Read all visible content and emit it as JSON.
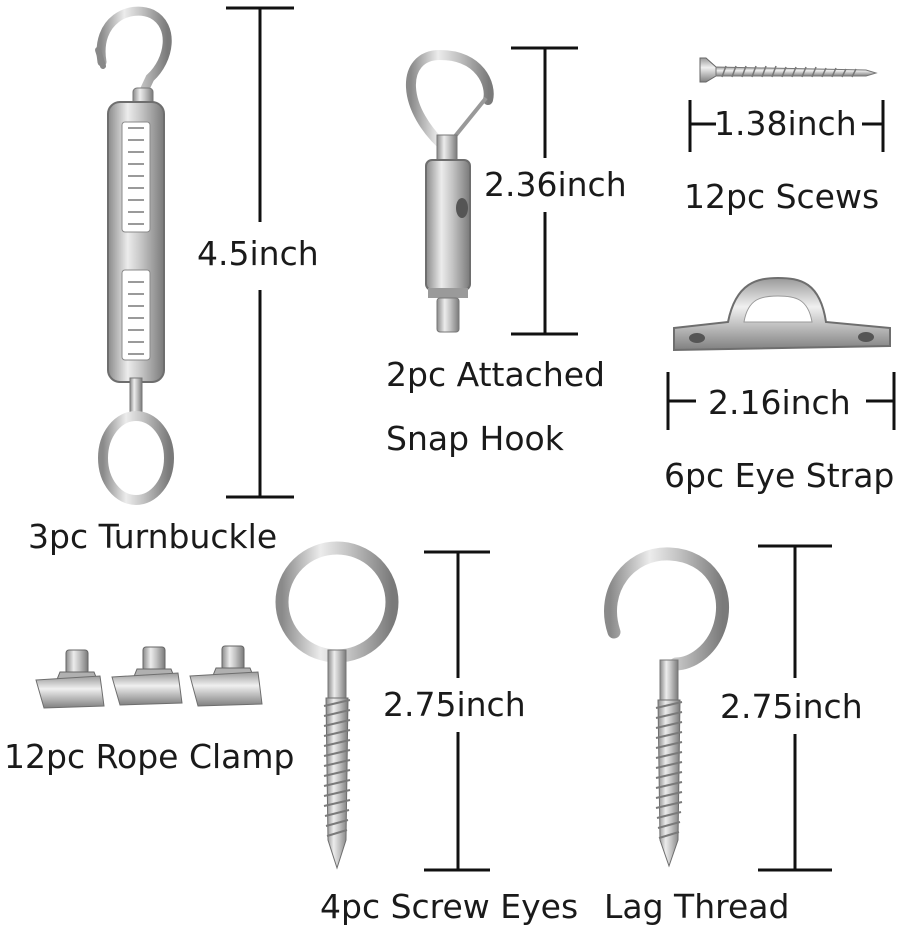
{
  "products": {
    "turnbuckle": {
      "name": "3pc Turnbuckle",
      "dimension": "4.5inch"
    },
    "snap_hook": {
      "name_line1": "2pc Attached",
      "name_line2": "Snap Hook",
      "dimension": "2.36inch"
    },
    "screws": {
      "name": "12pc Scews",
      "dimension": "1.38inch"
    },
    "eye_strap": {
      "name": "6pc Eye Strap",
      "dimension": "2.16inch"
    },
    "rope_clamp": {
      "name": "12pc Rope Clamp"
    },
    "screw_eye": {
      "name": "4pc Screw Eyes",
      "dimension": "2.75inch"
    },
    "lag_hook": {
      "name": "Lag Thread",
      "dimension": "2.75inch"
    }
  },
  "colors": {
    "metal_light": "#e4e4e4",
    "metal_mid": "#b8b8b8",
    "metal_dark": "#7c7c7c",
    "ink": "#111111"
  }
}
